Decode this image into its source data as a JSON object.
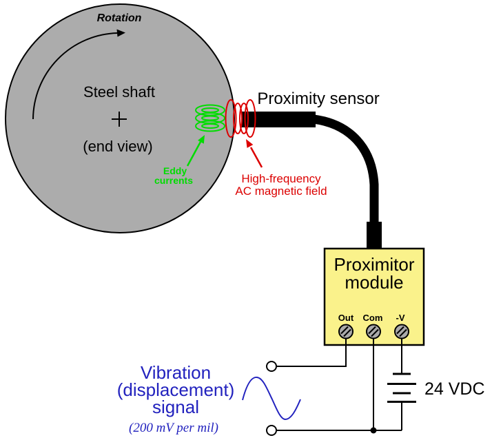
{
  "colors": {
    "shaft_gray": "#ACACAC",
    "outline_black": "#000000",
    "eddy_green": "#00DC00",
    "field_red": "#DC0000",
    "signal_blue": "#2222BE",
    "module_yellow": "#FAF28B",
    "screw_gray": "#AAAAAA"
  },
  "shaft": {
    "rotation_label": "Rotation",
    "name_label": "Steel shaft",
    "view_label": "(end view)"
  },
  "eddy_currents": {
    "line1": "Eddy",
    "line2": "currents"
  },
  "magnetic_field": {
    "line1": "High-frequency",
    "line2": "AC magnetic field"
  },
  "proximity_sensor": {
    "label": "Proximity sensor"
  },
  "proximitor_module": {
    "title_line1": "Proximitor",
    "title_line2": "module",
    "terminals": [
      {
        "label": "Out"
      },
      {
        "label": "Com"
      },
      {
        "label": "-V"
      }
    ]
  },
  "vibration_signal": {
    "line1": "Vibration",
    "line2": "(displacement)",
    "line3": "signal",
    "note": "(200 mV per mil)"
  },
  "power_supply": {
    "label": "24 VDC"
  }
}
